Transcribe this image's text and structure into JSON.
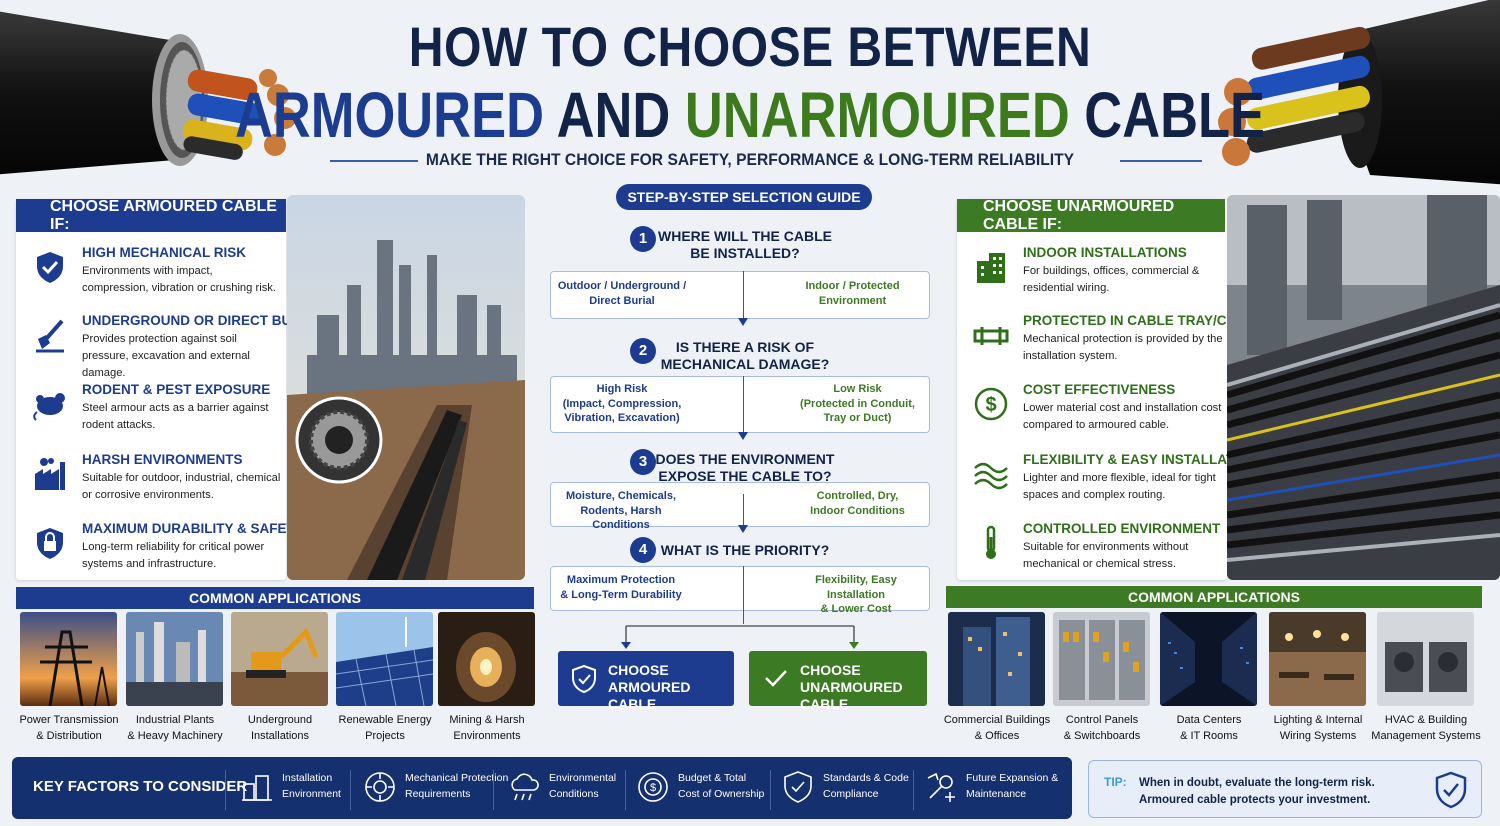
{
  "header": {
    "title_line1": "HOW TO CHOOSE BETWEEN",
    "title_armoured": "ARMOURED",
    "title_and": "AND",
    "title_unarmoured": "UNARMOURED",
    "title_cable": "CABLE",
    "subtitle": "MAKE THE RIGHT CHOICE FOR SAFETY, PERFORMANCE & LONG-TERM RELIABILITY"
  },
  "armoured": {
    "heading": "CHOOSE ARMOURED CABLE IF:",
    "items": [
      {
        "title": "HIGH MECHANICAL RISK",
        "desc": "Environments with impact, compression, vibration or crushing risk.",
        "icon": "shield-icon"
      },
      {
        "title": "UNDERGROUND OR DIRECT BURIAL",
        "desc": "Provides protection against soil pressure, excavation and external damage.",
        "icon": "shovel-icon"
      },
      {
        "title": "RODENT & PEST EXPOSURE",
        "desc": "Steel armour acts as a barrier against rodent attacks.",
        "icon": "rodent-icon"
      },
      {
        "title": "HARSH ENVIRONMENTS",
        "desc": "Suitable for outdoor, industrial, chemical or corrosive environments.",
        "icon": "factory-icon"
      },
      {
        "title": "MAXIMUM DURABILITY & SAFETY",
        "desc": "Long-term reliability for critical power systems and infrastructure.",
        "icon": "lock-shield-icon"
      }
    ],
    "apps_heading": "COMMON APPLICATIONS",
    "apps": [
      {
        "line1": "Power Transmission",
        "line2": "& Distribution"
      },
      {
        "line1": "Industrial Plants",
        "line2": "& Heavy Machinery"
      },
      {
        "line1": "Underground",
        "line2": "Installations"
      },
      {
        "line1": "Renewable Energy",
        "line2": "Projects"
      },
      {
        "line1": "Mining & Harsh",
        "line2": "Environments"
      }
    ]
  },
  "unarmoured": {
    "heading": "CHOOSE UNARMOURED CABLE IF:",
    "items": [
      {
        "title": "INDOOR INSTALLATIONS",
        "desc": "For buildings, offices, commercial & residential wiring.",
        "icon": "building-icon"
      },
      {
        "title": "PROTECTED IN CABLE TRAY/CONDUIT",
        "desc": "Mechanical protection is provided by the installation system.",
        "icon": "conduit-icon"
      },
      {
        "title": "COST EFFECTIVENESS",
        "desc": "Lower material cost and installation cost compared to armoured cable.",
        "icon": "dollar-icon"
      },
      {
        "title": "FLEXIBILITY & EASY INSTALLATION",
        "desc": "Lighter and more flexible, ideal for tight spaces and complex routing.",
        "icon": "wave-icon"
      },
      {
        "title": "CONTROLLED ENVIRONMENT",
        "desc": "Suitable for environments without mechanical or chemical stress.",
        "icon": "thermometer-icon"
      }
    ],
    "apps_heading": "COMMON APPLICATIONS",
    "apps": [
      {
        "line1": "Commercial Buildings",
        "line2": "& Offices"
      },
      {
        "line1": "Control Panels",
        "line2": "& Switchboards"
      },
      {
        "line1": "Data Centers",
        "line2": "& IT Rooms"
      },
      {
        "line1": "Lighting & Internal",
        "line2": "Wiring Systems"
      },
      {
        "line1": "HVAC & Building",
        "line2": "Management Systems"
      }
    ]
  },
  "guide": {
    "heading": "STEP-BY-STEP SELECTION GUIDE",
    "steps": [
      {
        "num": "1",
        "q1": "WHERE WILL THE CABLE",
        "q2": "BE INSTALLED?",
        "left": [
          "Outdoor / Underground /",
          "Direct Burial"
        ],
        "right": [
          "Indoor / Protected",
          "Environment"
        ]
      },
      {
        "num": "2",
        "q1": "IS THERE A RISK OF",
        "q2": "MECHANICAL DAMAGE?",
        "left": [
          "High Risk",
          "(Impact, Compression,",
          "Vibration, Excavation)"
        ],
        "right": [
          "Low Risk",
          "(Protected in Conduit,",
          "Tray or Duct)"
        ]
      },
      {
        "num": "3",
        "q1": "DOES THE ENVIRONMENT",
        "q2": "EXPOSE THE CABLE TO?",
        "left": [
          "Moisture, Chemicals,",
          "Rodents, Harsh Conditions"
        ],
        "right": [
          "Controlled, Dry,",
          "Indoor Conditions"
        ]
      },
      {
        "num": "4",
        "q1": "WHAT IS THE PRIORITY?",
        "q2": "",
        "left": [
          "Maximum Protection",
          "& Long-Term Durability"
        ],
        "right": [
          "Flexibility, Easy Installation",
          "& Lower Cost"
        ]
      }
    ],
    "choose_armoured": [
      "CHOOSE",
      "ARMOURED CABLE"
    ],
    "choose_unarmoured": [
      "CHOOSE",
      "UNARMOURED CABLE"
    ]
  },
  "footer": {
    "heading": "KEY FACTORS TO CONSIDER",
    "factors": [
      {
        "l1": "Installation",
        "l2": "Environment"
      },
      {
        "l1": "Mechanical Protection",
        "l2": "Requirements"
      },
      {
        "l1": "Environmental",
        "l2": "Conditions"
      },
      {
        "l1": "Budget & Total",
        "l2": "Cost of Ownership"
      },
      {
        "l1": "Standards & Code",
        "l2": "Compliance"
      },
      {
        "l1": "Future Expansion &",
        "l2": "Maintenance"
      }
    ],
    "tip_label": "TIP:",
    "tip_line1": "When in doubt, evaluate the long-term risk.",
    "tip_line2": "Armoured cable protects your investment."
  },
  "colors": {
    "armoured_blue": "#1d3c8f",
    "unarmoured_green": "#3c7a24",
    "navy": "#132347"
  }
}
